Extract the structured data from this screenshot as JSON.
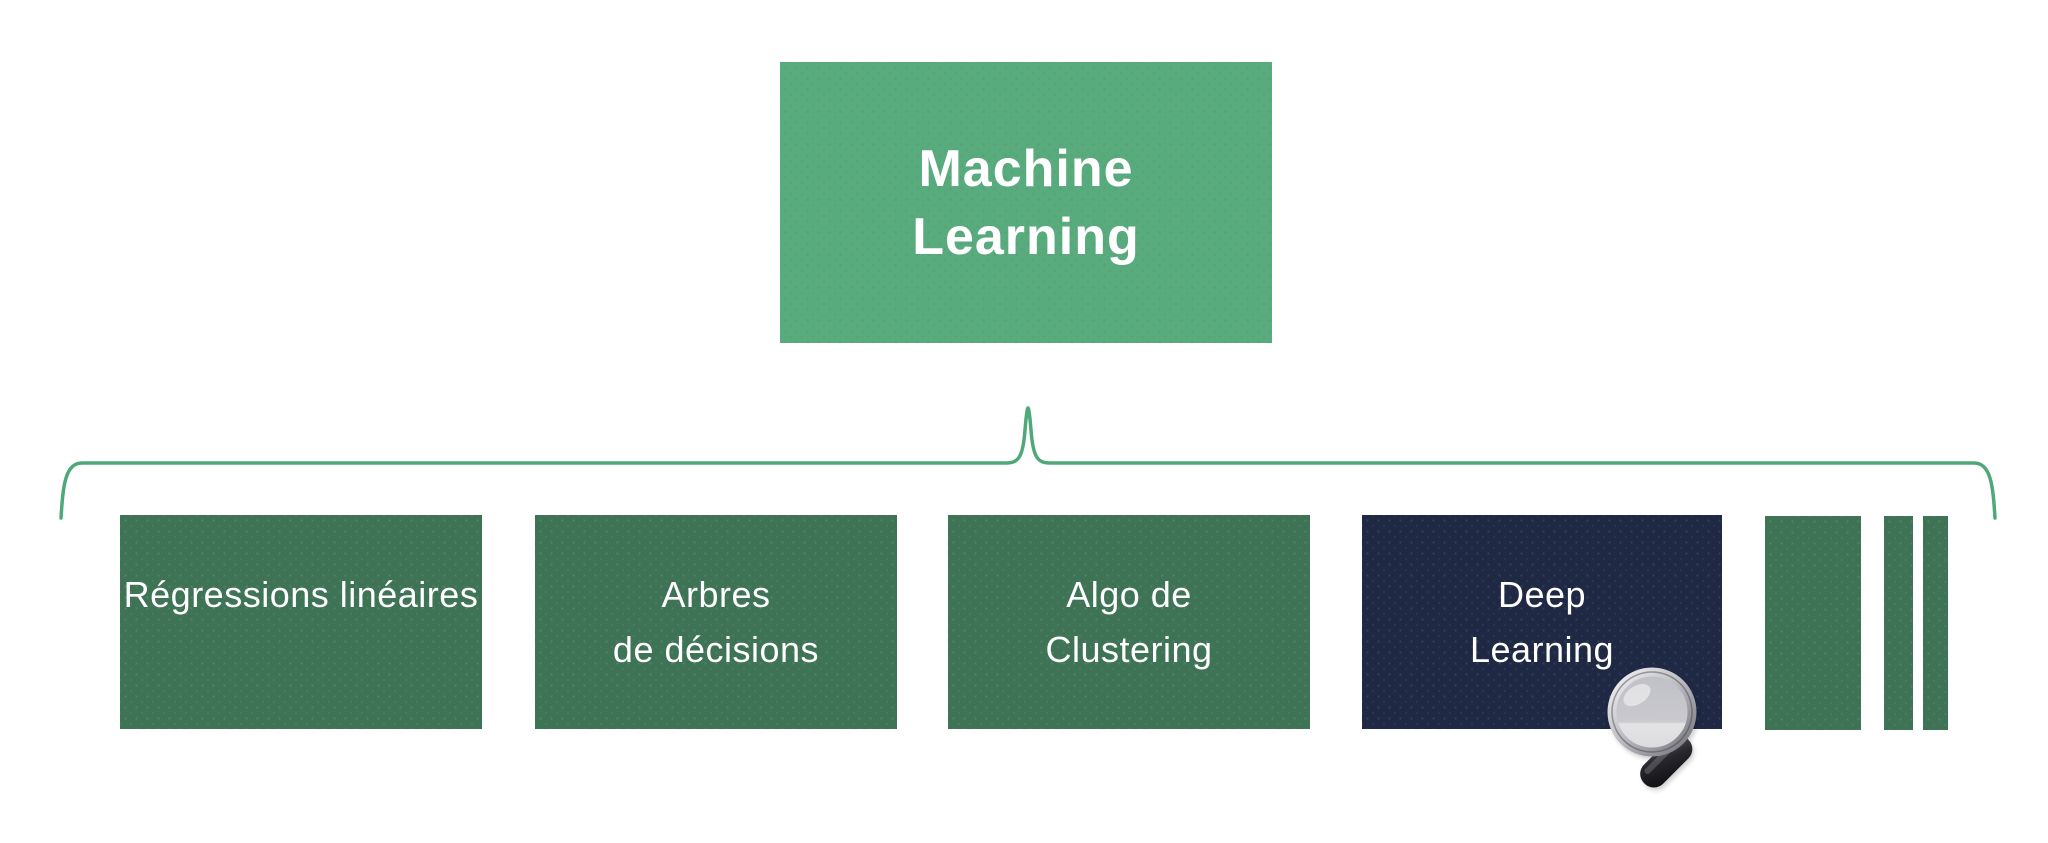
{
  "diagram": {
    "root": {
      "line1": "Machine",
      "line2": "Learning"
    },
    "nodes": [
      {
        "id": "regressions-lineaires",
        "line1": "Régressions linéaires",
        "line2": ""
      },
      {
        "id": "arbres-de-decisions",
        "line1": "Arbres",
        "line2": "de décisions"
      },
      {
        "id": "algo-de-clustering",
        "line1": "Algo de",
        "line2": "Clustering"
      },
      {
        "id": "deep-learning",
        "line1": "Deep",
        "line2": "Learning"
      }
    ],
    "clipped_nodes_count": 3
  },
  "icons": {
    "cursor": "magnifier-icon"
  },
  "colors": {
    "root_green": "#57ab7d",
    "node_green": "#3e7356",
    "node_navy": "#1f2944",
    "brace": "#4fa878",
    "text_white": "#ffffff"
  }
}
